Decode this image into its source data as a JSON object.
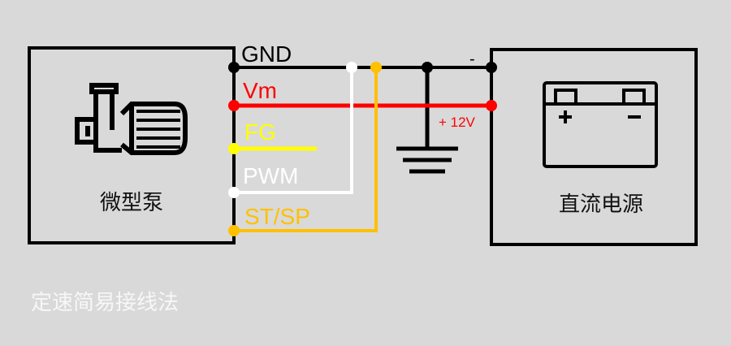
{
  "diagram": {
    "pump": {
      "label": "微型泵",
      "icon": "pump-motor-icon"
    },
    "power": {
      "label": "直流电源",
      "icon": "battery-icon",
      "plus_symbol": "+",
      "minus_symbol": "−"
    },
    "wires": [
      {
        "label": "GND",
        "color": "#000000"
      },
      {
        "label": "Vm",
        "color": "#ff0000"
      },
      {
        "label": "FG",
        "color": "#ffff00"
      },
      {
        "label": "PWM",
        "color": "#ffffff"
      },
      {
        "label": "ST/SP",
        "color": "#ffc000"
      }
    ],
    "annotations": {
      "negative": "-",
      "voltage": "+ 12V"
    },
    "ground_icon": "ground-symbol-icon"
  },
  "caption": "定速简易接线法"
}
